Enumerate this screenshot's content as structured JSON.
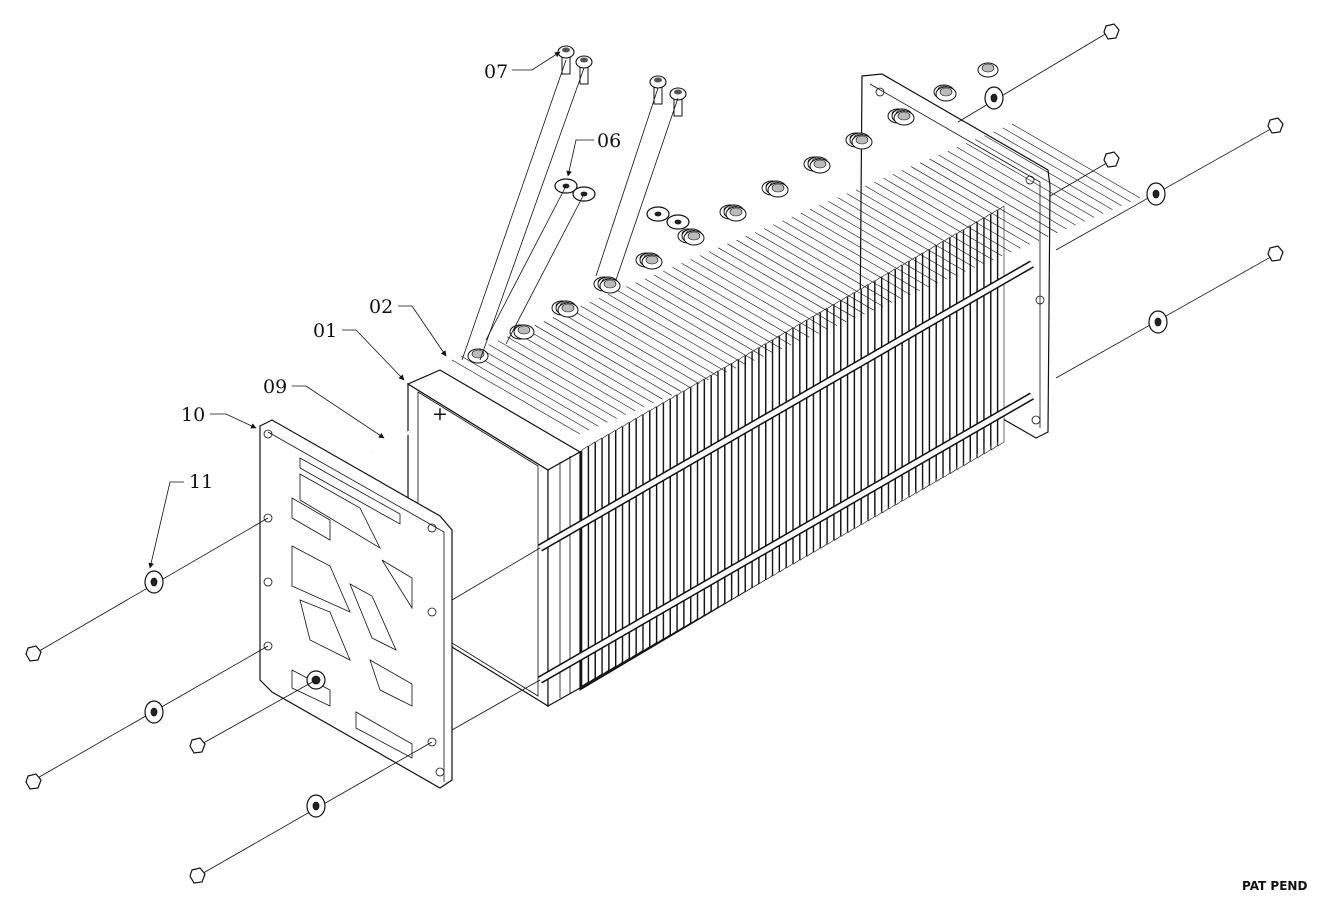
{
  "callouts": [
    {
      "id": "c07",
      "text": "07"
    },
    {
      "id": "c06",
      "text": "06"
    },
    {
      "id": "c02",
      "text": "02"
    },
    {
      "id": "c01",
      "text": "01"
    },
    {
      "id": "c09",
      "text": "09"
    },
    {
      "id": "c10",
      "text": "10"
    },
    {
      "id": "c11",
      "text": "11"
    }
  ],
  "footer": {
    "note": "PAT PEND"
  },
  "colors": {
    "ink": "#111111",
    "paper": "#ffffff"
  }
}
